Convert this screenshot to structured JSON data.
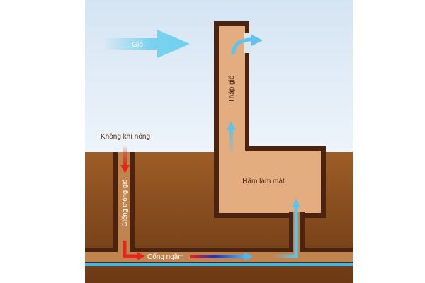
{
  "labels": {
    "wind": "Gió",
    "tower": "Tháp gió",
    "hot_air": "Không khí nóng",
    "well": "Giếng thông gió",
    "cooling_chamber": "Hầm làm mát",
    "tunnel": "Cống ngầm"
  },
  "colors": {
    "sky_top": "#d5e4f3",
    "sky_bottom": "#ecf3fb",
    "soil_top": "#9a5a24",
    "soil_bottom": "#6e3a14",
    "wall": "#4a2410",
    "chamber_fill": "#e3ad80",
    "wind_arrow": "#6fd0ee",
    "cool_arrow": "#5fc3ea",
    "hot_arrow": "#e5261e",
    "water": "#43b8e6"
  }
}
